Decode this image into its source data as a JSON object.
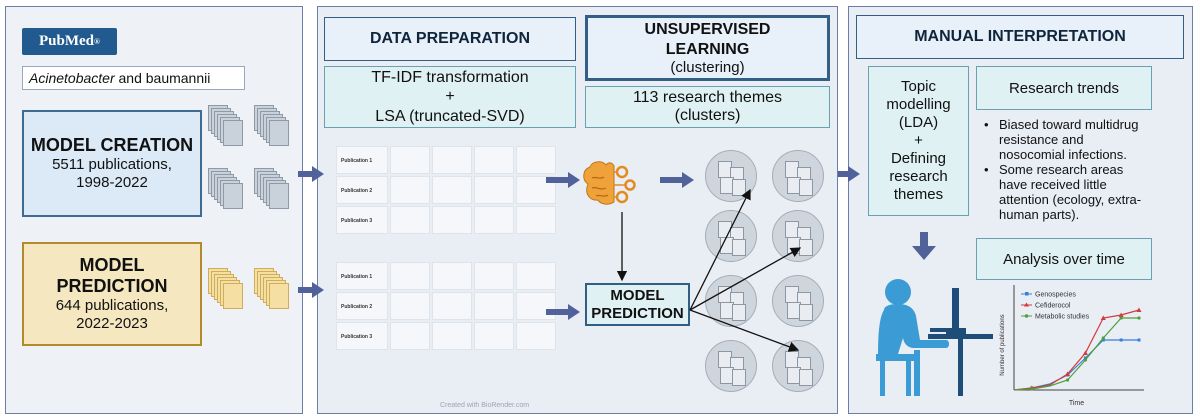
{
  "left": {
    "logo_text": "PubMed",
    "logo_reg": "®",
    "search_term_1": "Acinetobacter",
    "search_and": " and ",
    "search_term_2": "baumannii",
    "model_creation": {
      "title": "MODEL CREATION",
      "line1": "5511 publications,",
      "line2": "1998-2022"
    },
    "model_prediction": {
      "title1": "MODEL",
      "title2": "PREDICTION",
      "line1": "644 publications,",
      "line2": "2022-2023"
    }
  },
  "middle": {
    "data_prep_title": "DATA PREPARATION",
    "tfidf": "TF-IDF transformation",
    "plus": "+",
    "lsa": "LSA (truncated-SVD)",
    "unsup_title1": "UNSUPERVISED",
    "unsup_title2": "LEARNING",
    "unsup_sub": "(clustering)",
    "themes1": "113 research themes",
    "themes2": "(clusters)",
    "pub_rows": [
      "Publication 1",
      "Publication 2",
      "Publication 3"
    ],
    "model_pred1": "MODEL",
    "model_pred2": "PREDICTION",
    "watermark": "Created with BioRender.com"
  },
  "right": {
    "title": "MANUAL INTERPRETATION",
    "topic_lines": [
      "Topic",
      "modelling",
      "(LDA)",
      "+",
      "Defining",
      "research",
      "themes"
    ],
    "trends_title": "Research trends",
    "bullet1": [
      "Biased toward multidrug",
      "resistance and",
      "nosocomial infections."
    ],
    "bullet2": [
      "Some research areas",
      "have received little",
      "attention (ecology, extra-",
      "human parts)."
    ],
    "analysis_title": "Analysis over time"
  },
  "colors": {
    "panel_border": "#6c7ea8",
    "arrow": "#51629a",
    "header_border": "#335f86",
    "light_teal": "#dff1f3"
  },
  "chart_data": {
    "type": "line",
    "xlabel": "Time",
    "ylabel": "Number of publications",
    "grid": false,
    "legend": "top-left",
    "x": [
      1,
      2,
      3,
      4,
      5,
      6,
      7,
      8
    ],
    "series": [
      {
        "name": "Genospecies",
        "color": "#3a7fd6",
        "marker": "square",
        "values": [
          0,
          0.02,
          0.06,
          0.15,
          0.32,
          0.5,
          0.5,
          0.5
        ]
      },
      {
        "name": "Cefiderocol",
        "color": "#d23b3b",
        "marker": "triangle",
        "values": [
          0,
          0.02,
          0.05,
          0.16,
          0.37,
          0.72,
          0.75,
          0.8
        ]
      },
      {
        "name": "Metabolic studies",
        "color": "#4ea03a",
        "marker": "circle",
        "values": [
          0,
          0.01,
          0.04,
          0.1,
          0.3,
          0.52,
          0.72,
          0.72
        ]
      }
    ]
  }
}
